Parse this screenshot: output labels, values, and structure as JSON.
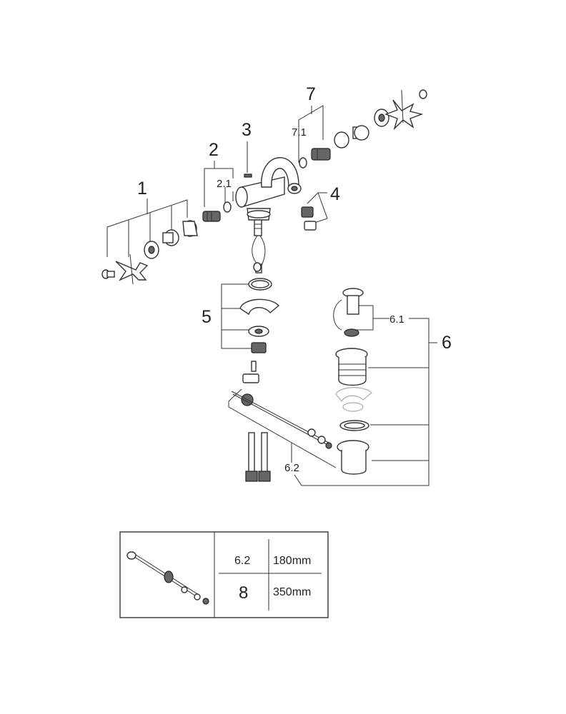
{
  "callouts": {
    "c1": "1",
    "c2": "2",
    "c2_1": "2.1",
    "c3": "3",
    "c4": "4",
    "c5": "5",
    "c6": "6",
    "c6_1": "6.1",
    "c6_2": "6.2",
    "c7": "7",
    "c7_1": "7.1"
  },
  "length_table": {
    "rows": [
      {
        "part": "6.2",
        "length": "180mm"
      },
      {
        "part": "8",
        "length": "350mm"
      }
    ]
  }
}
